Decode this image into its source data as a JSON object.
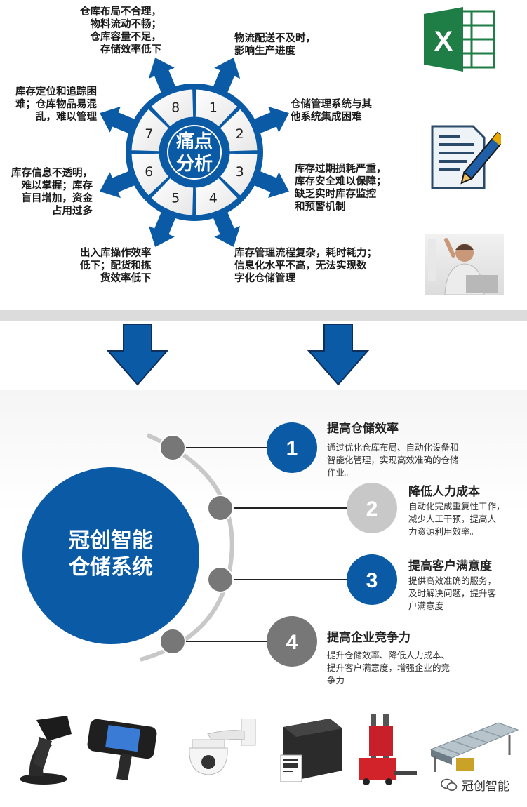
{
  "pain": {
    "center_line1": "痛点",
    "center_line2": "分析",
    "segments": [
      "1",
      "2",
      "3",
      "4",
      "5",
      "6",
      "7",
      "8"
    ],
    "points": [
      "物流配送不及时，\n影响生产进度",
      "仓储管理系统与其\n他系统集成困难",
      "库存过期损耗严重，\n库存安全难以保障；\n缺乏实时库存监控\n和预警机制",
      "库存管理流程复杂，耗时耗力；\n信息化水平不高，无法实现数\n字化仓储管理",
      "出入库操作效率\n低下；配货和拣\n货效率低下",
      "库存信息不透明，\n难以掌握；库存\n盲目增加，资金\n占用过多",
      "库存定位和追踪困\n难；仓库物品易混\n乱，难以管理",
      "仓库布局不合理，\n物料流动不畅；\n仓库容量不足，\n存储效率低下"
    ]
  },
  "system": {
    "name_line1": "冠创智能",
    "name_line2": "仓储系统"
  },
  "benefits": [
    {
      "num": "1",
      "title": "提高仓储效率",
      "desc": "通过优化仓库布局、自动化设备和\n智能化管理，实现高效准确的仓储\n作业。"
    },
    {
      "num": "2",
      "title": "降低人力成本",
      "desc": "自动化完成重复性工作，\n减少人工干预，提高人\n力资源利用效率。"
    },
    {
      "num": "3",
      "title": "提高客户满意度",
      "desc": "提供高效准确的服务，\n及时解决问题，提升客\n户满意度"
    },
    {
      "num": "4",
      "title": "提高企业竞争力",
      "desc": "提升仓储效率、降低人力成本、\n提升客户满意度，增强企业的竞\n争力"
    }
  ],
  "icons": {
    "excel_letter": "X",
    "excel_icon": "excel-icon",
    "document_icon": "document-pen-icon",
    "photo": "frustrated-man-laptop-photo",
    "devices": [
      "barcode-scanner-icon",
      "handheld-terminal-icon",
      "security-camera-icon",
      "label-printer-icon",
      "agv-forklift-icon",
      "conveyor-icon"
    ]
  },
  "watermark": "冠创智能",
  "colors": {
    "blue": "#0b5aa5",
    "dark_blue": "#0d4a8c",
    "grey_circle": "#c8c8c8",
    "dark_grey_circle": "#777777",
    "excel_green": "#1e7e45"
  }
}
